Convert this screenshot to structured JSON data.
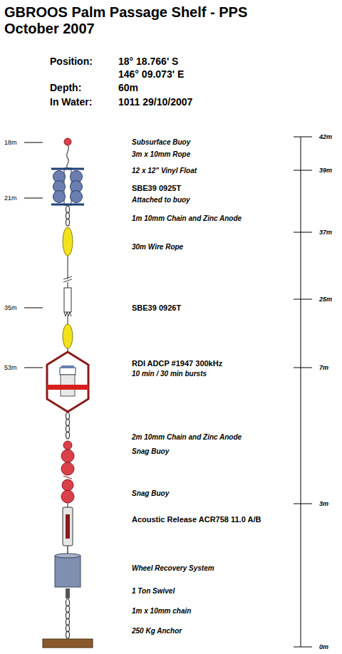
{
  "diagram": {
    "title": "GBROOS Palm Passage Shelf - PPS",
    "labels": [
      "October 2007",
      "Position:",
      "18° 18.766' S",
      "146° 09.073' E",
      "Depth:",
      "60m",
      "In Water:",
      "1011 29/10/2007",
      "18m",
      "21m",
      "35m",
      "53m",
      "42m",
      "39m",
      "37m",
      "25m",
      "7m",
      "3m",
      "0m",
      "Subsurface Buoy",
      "3m x 10mm Rope",
      "12 x 12\" Vinyl Float",
      "SBE39 0925T",
      "Attached to buoy",
      "1m 10mm Chain and Zinc Anode",
      "30m Wire Rope",
      "SBE39 0926T",
      "RDI ADCP #1947 300kHz",
      "10 min / 30 min bursts",
      "2m 10mm Chain and Zinc Anode",
      "Snag Buoy",
      "Snag Buoy",
      "Acoustic Release ACR758 11.0 A/B",
      "Wheel Recovery System",
      "1 Ton Swivel",
      "1m x 10mm chain",
      "250 Kg Anchor"
    ]
  }
}
